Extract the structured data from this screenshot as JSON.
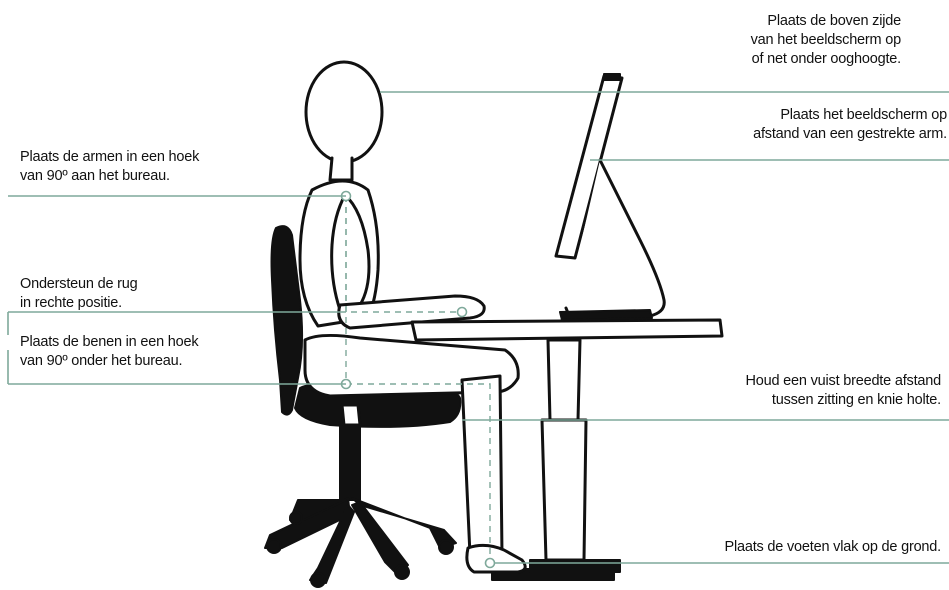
{
  "annotations": {
    "screen_top": [
      "Plaats de boven zijde",
      "van het beeldscherm op",
      "of net onder ooghoogte."
    ],
    "screen_distance": [
      "Plaats het beeldscherm op",
      "afstand van een gestrekte arm."
    ],
    "arms": [
      "Plaats de armen in een hoek",
      "van 90º aan het bureau."
    ],
    "back": [
      "Ondersteun de rug",
      "in rechte positie."
    ],
    "legs": [
      "Plaats de benen in een hoek",
      "van 90º onder het bureau."
    ],
    "knee": [
      "Houd een vuist breedte afstand",
      "tussen zitting en knie holte."
    ],
    "feet": [
      "Plaats de voeten vlak op de grond."
    ]
  },
  "colors": {
    "leader_line": "#7fa99b",
    "figure": "#111111"
  }
}
